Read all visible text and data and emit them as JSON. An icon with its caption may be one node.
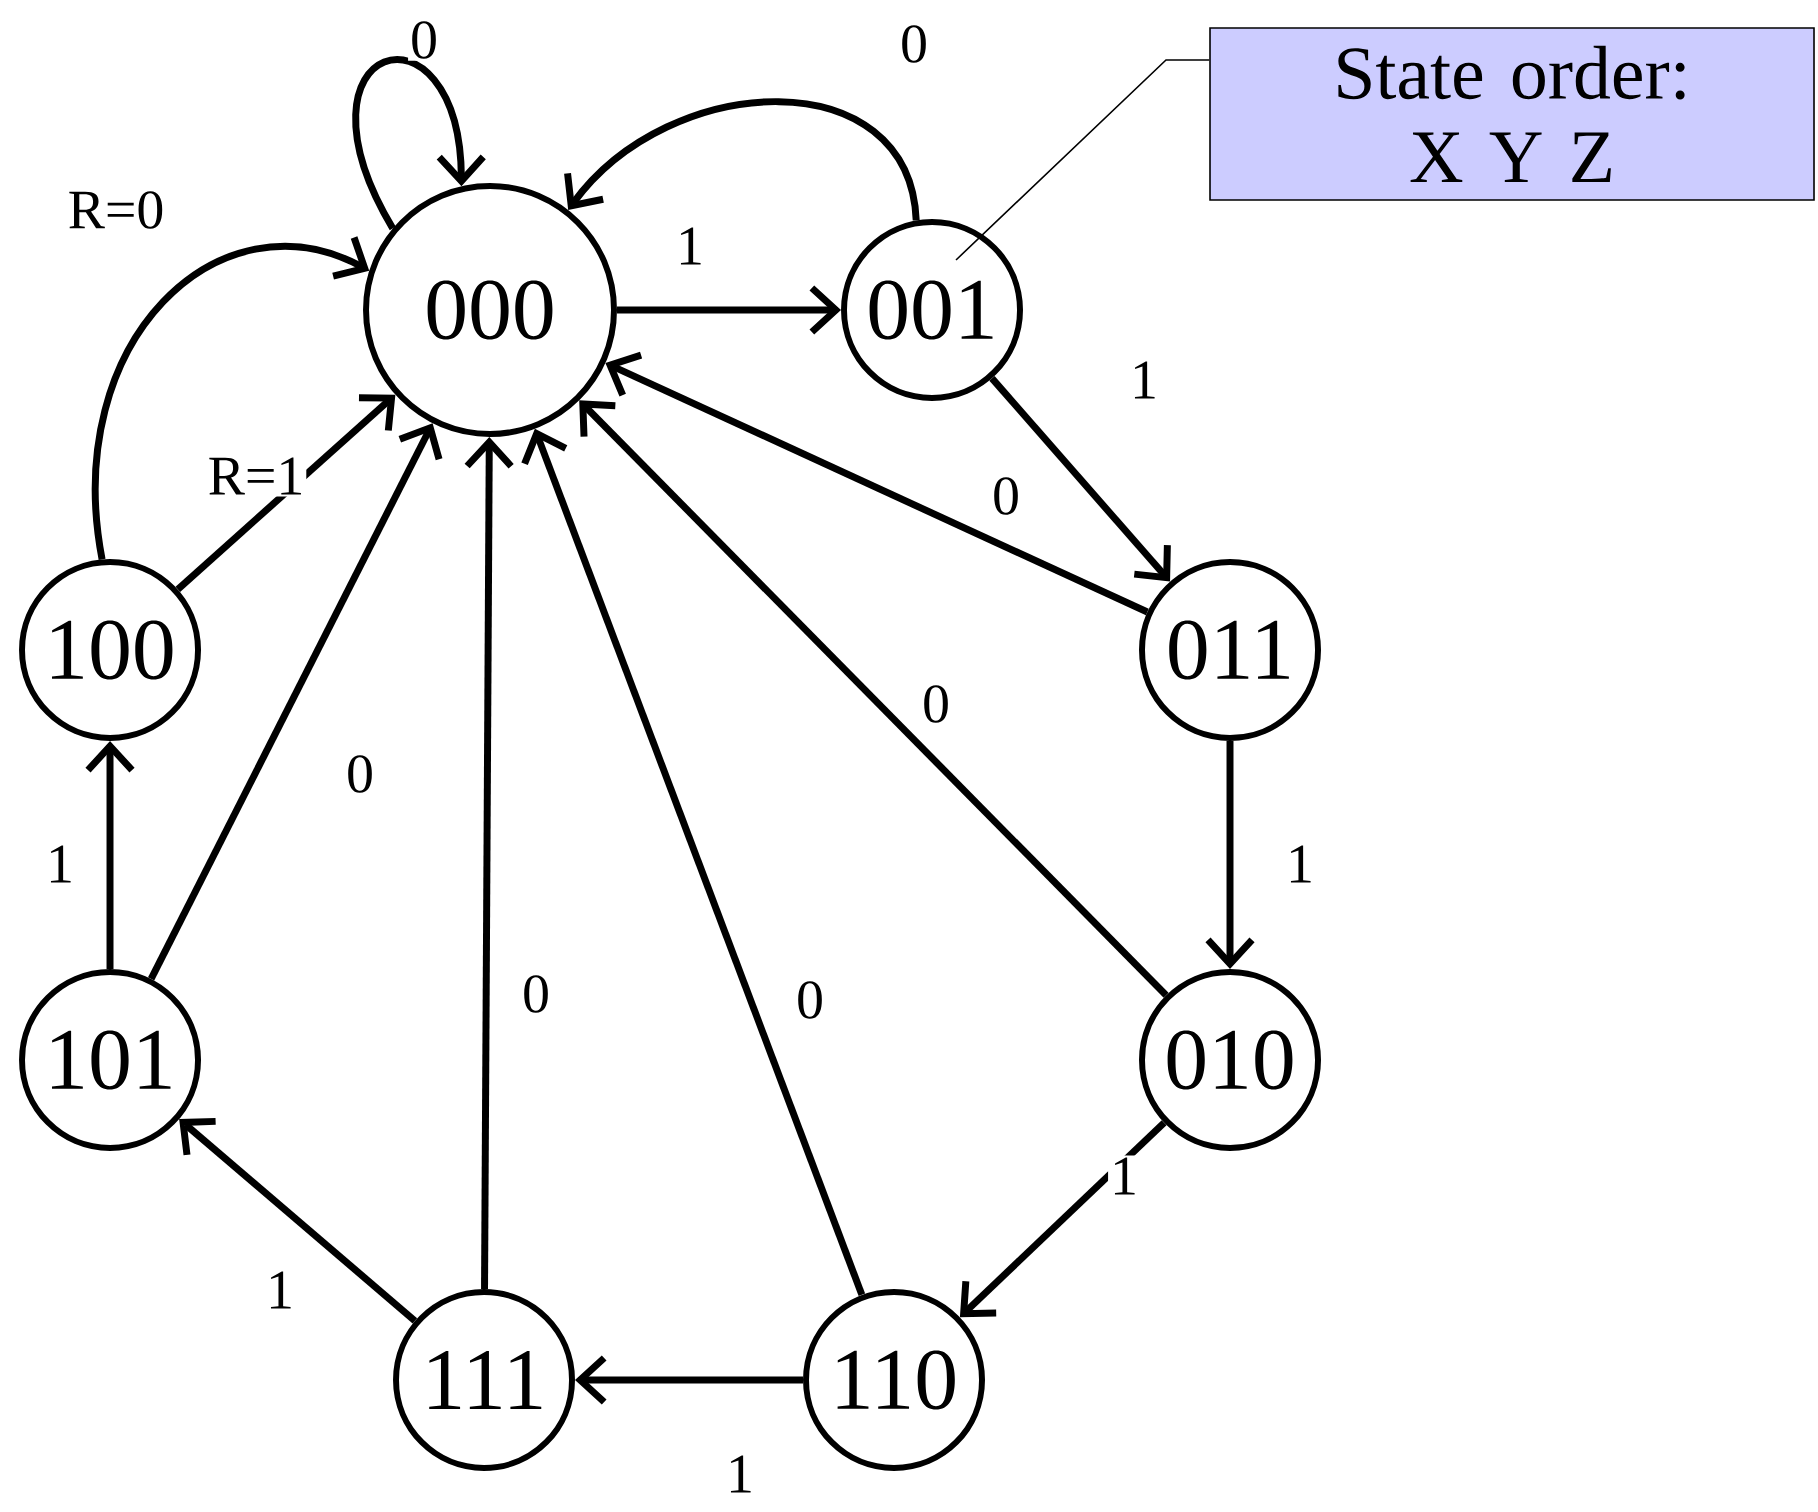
{
  "diagram": {
    "nodes": [
      {
        "text": [
          "000"
        ]
      },
      {
        "text": [
          "001"
        ]
      },
      {
        "text": [
          "011"
        ]
      },
      {
        "text": [
          "010"
        ]
      },
      {
        "text": [
          "110"
        ]
      },
      {
        "text": [
          "111"
        ]
      },
      {
        "text": [
          "101"
        ]
      },
      {
        "text": [
          "100"
        ]
      },
      {
        "text": [
          "State order: X Y Z"
        ]
      }
    ],
    "edges": [
      {
        "from": 0,
        "to": 0,
        "arrow": "to",
        "label": "0"
      },
      {
        "from": 0,
        "to": 1,
        "arrow": "to",
        "label": "1"
      },
      {
        "from": 1,
        "to": 0,
        "arrow": "to",
        "label": "0"
      },
      {
        "from": 1,
        "to": 2,
        "arrow": "to",
        "label": "1"
      },
      {
        "from": 2,
        "to": 0,
        "arrow": "to",
        "label": "0"
      },
      {
        "from": 2,
        "to": 3,
        "arrow": "to",
        "label": "1"
      },
      {
        "from": 3,
        "to": 0,
        "arrow": "to",
        "label": "0"
      },
      {
        "from": 3,
        "to": 4,
        "arrow": "to",
        "label": "1"
      },
      {
        "from": 4,
        "to": 0,
        "arrow": "to",
        "label": "0"
      },
      {
        "from": 4,
        "to": 5,
        "arrow": "to",
        "label": "1"
      },
      {
        "from": 5,
        "to": 0,
        "arrow": "to",
        "label": "0"
      },
      {
        "from": 5,
        "to": 6,
        "arrow": "to",
        "label": "1"
      },
      {
        "from": 6,
        "to": 0,
        "arrow": "to",
        "label": "0"
      },
      {
        "from": 6,
        "to": 7,
        "arrow": "to",
        "label": "1"
      },
      {
        "from": 7,
        "to": 0,
        "arrow": "to",
        "label": "R=1"
      },
      {
        "from": 7,
        "to": 0,
        "arrow": "to",
        "label": "R=0"
      },
      {
        "from": 8,
        "to": 1,
        "arrow": "none"
      }
    ]
  }
}
